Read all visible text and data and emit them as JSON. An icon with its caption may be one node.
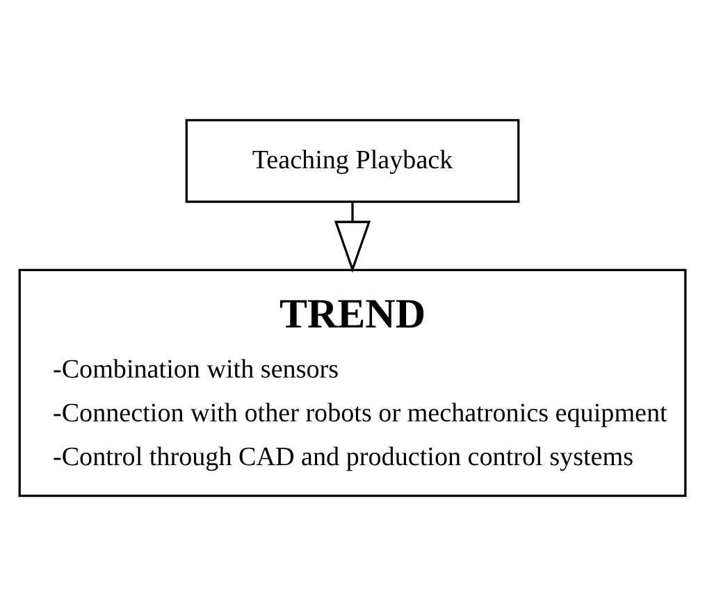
{
  "diagram": {
    "nodes": [
      {
        "text": [
          "Teaching Playback"
        ]
      },
      {
        "text": [
          "TREND",
          "-Combination with sensors",
          "-Connection with other robots or mechatronics equipment",
          "-Control through CAD and production control systems"
        ]
      }
    ],
    "edges": [
      {
        "from": 0,
        "to": 1,
        "arrow": "to"
      }
    ]
  }
}
